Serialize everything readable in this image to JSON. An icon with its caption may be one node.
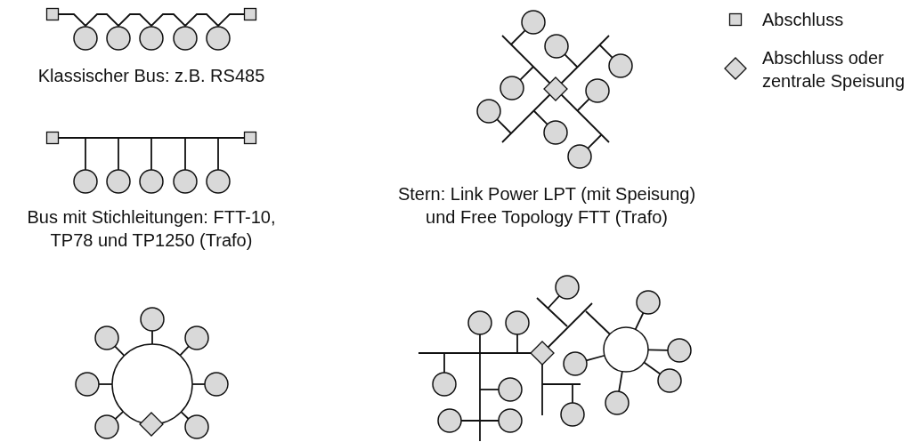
{
  "diagram": {
    "labels": [
      "Klassischer Bus: z.B. RS485",
      "Bus mit Stichleitungen: FTT-10, TP78 und TP1250 (Trafo)",
      "Stern: Link Power LPT (mit Speisung) und Free Topology FTT (Trafo)"
    ],
    "legend": [
      {
        "text": "Abschluss"
      },
      {
        "text": "Abschluss oder zentrale Speisung"
      }
    ]
  }
}
